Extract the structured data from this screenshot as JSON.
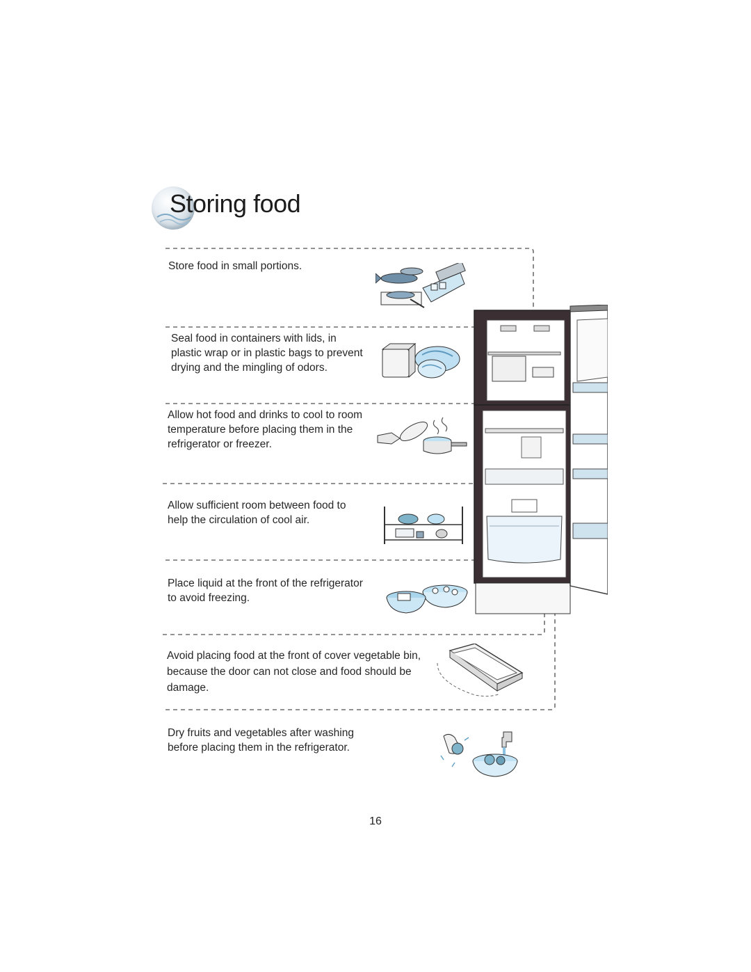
{
  "title": "Storing food",
  "tips": [
    "Store food in small portions.",
    "Seal food in containers with lids, in\nplastic wrap or in plastic bags to prevent\ndrying and the mingling of odors.",
    "Allow hot food and drinks to cool to  room\ntemperature before placing them in the\nrefrigerator or freezer.",
    "Allow sufficient room between food to\nhelp the circulation of cool air.",
    "Place liquid at the front of the refrigerator\nto avoid freezing.",
    "Avoid placing food at the front of cover vegetable bin,\nbecause the door can not close and food should be\ndamage.",
    "Dry fruits and vegetables after washing\nbefore placing them in the refrigerator."
  ],
  "page_number": "16"
}
